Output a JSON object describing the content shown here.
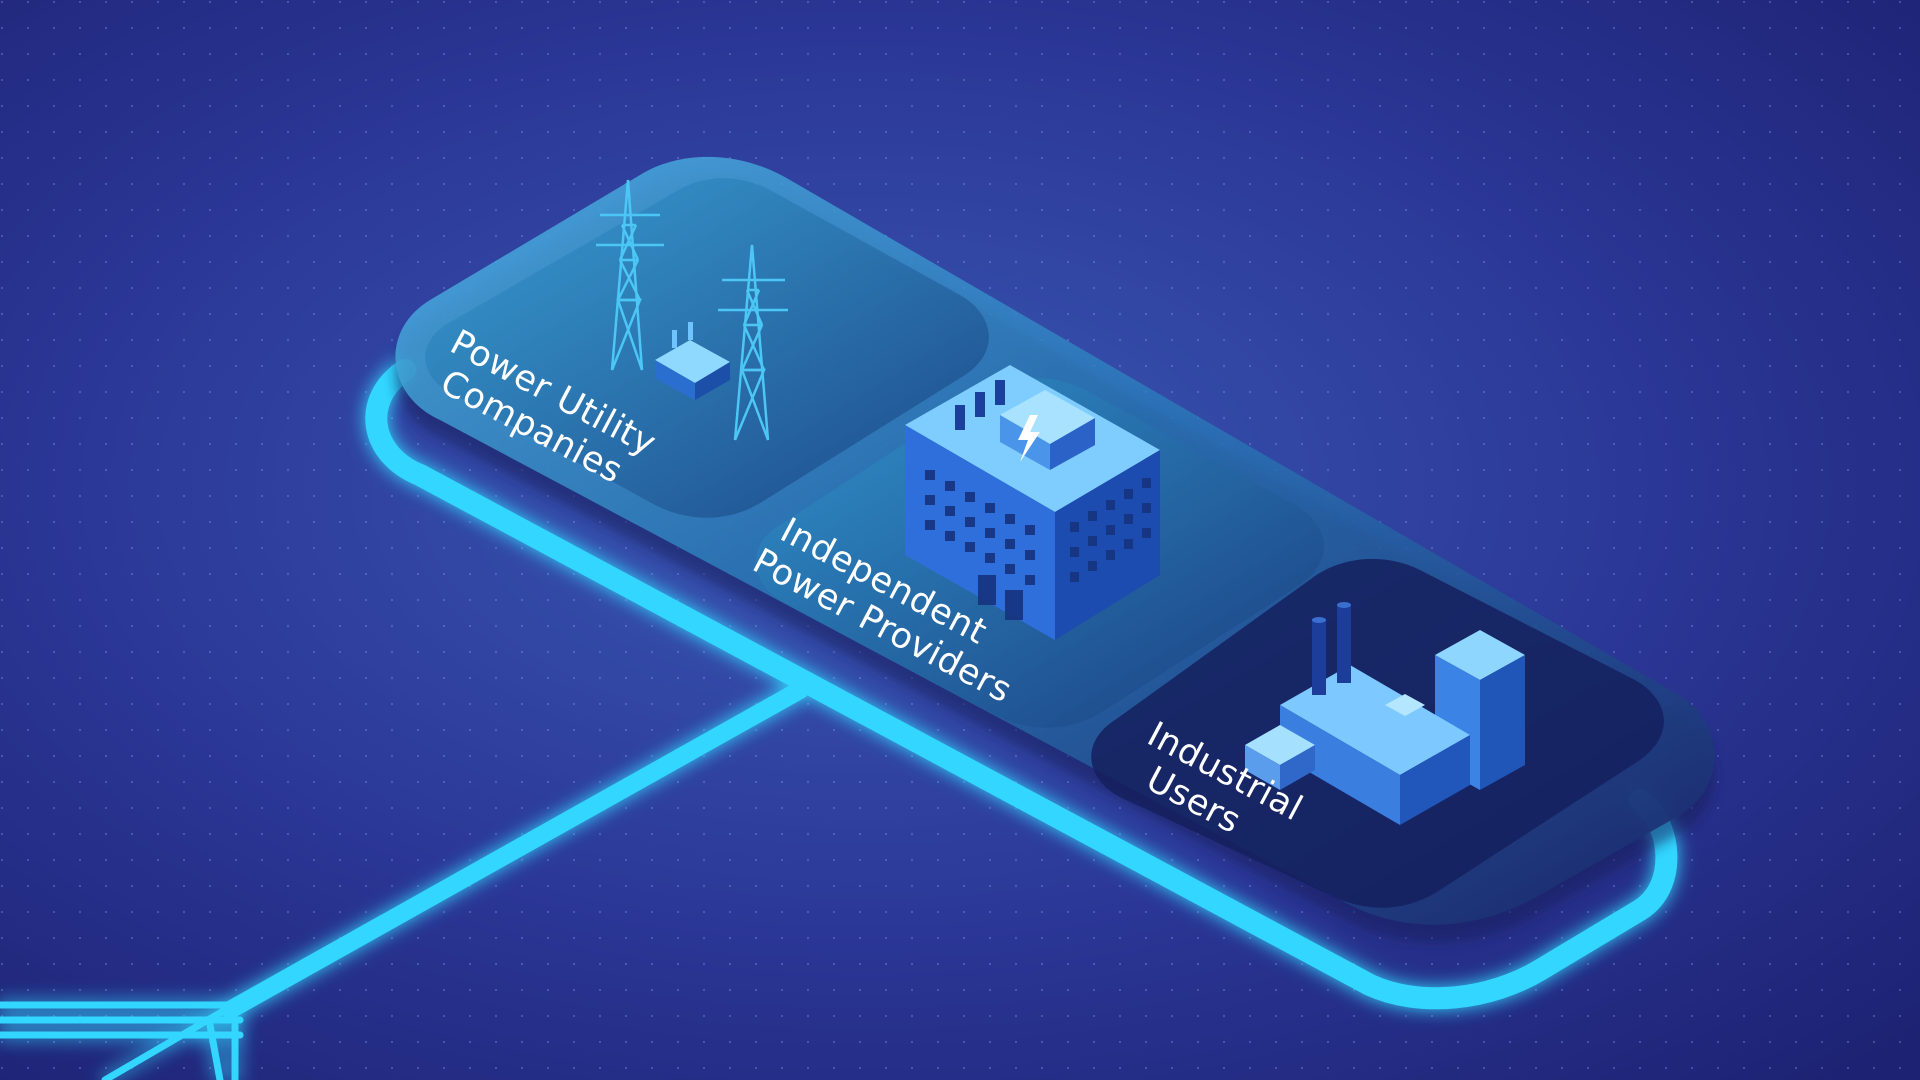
{
  "segments": [
    {
      "id": "power-utility",
      "lines": [
        "Power Utility",
        "Companies"
      ]
    },
    {
      "id": "independent-power",
      "lines": [
        "Independent",
        "Power Providers"
      ]
    },
    {
      "id": "industrial-users",
      "lines": [
        "Industrial",
        "Users"
      ]
    }
  ],
  "colors": {
    "background": "#23287f",
    "glow_line": "#33d6ff",
    "platform": "#2c8fc7",
    "building": "#2f7be0",
    "building_light": "#6fc4ff",
    "text": "#ffffff"
  }
}
